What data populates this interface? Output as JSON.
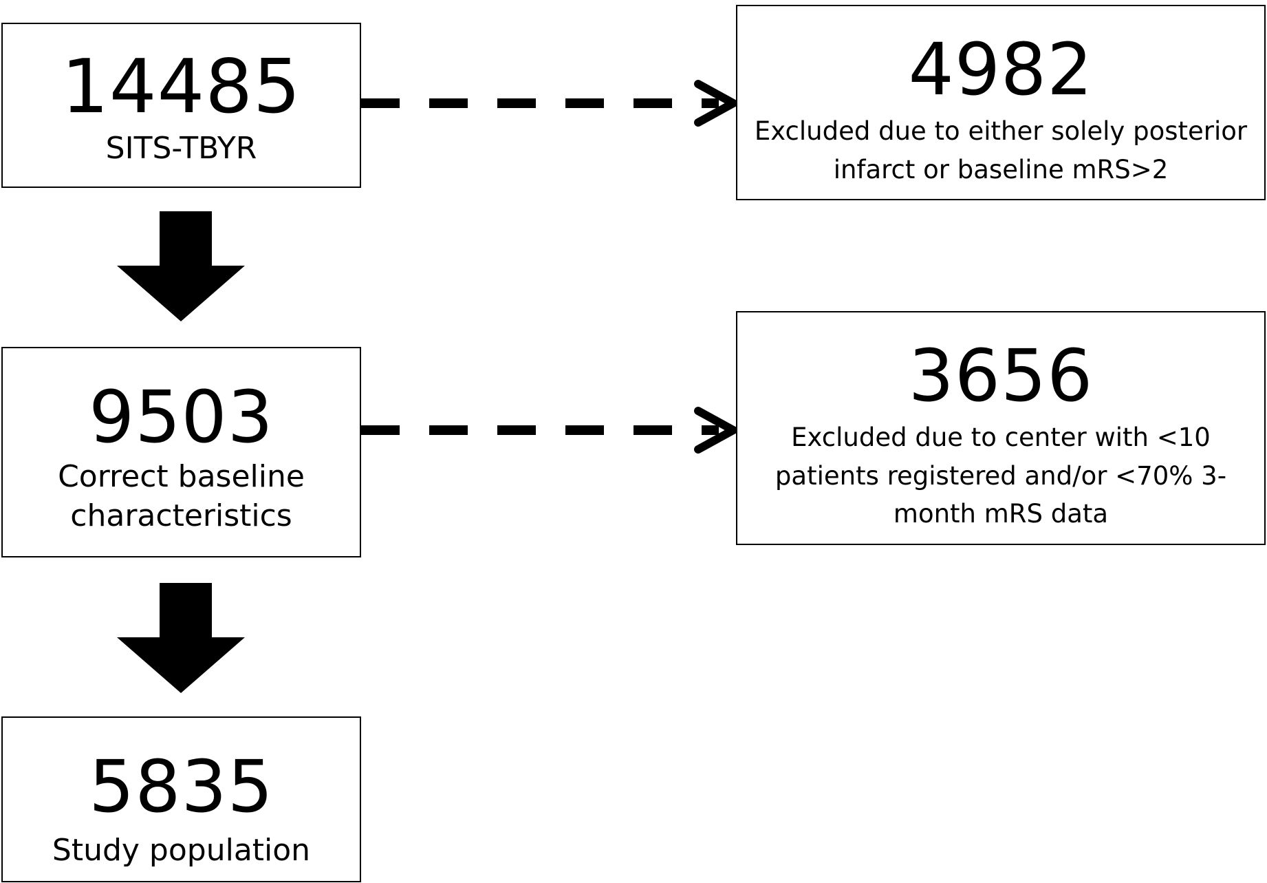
{
  "flow": {
    "main": [
      {
        "count": "14485",
        "label": "SITS-TBYR"
      },
      {
        "count": "9503",
        "label": "Correct baseline characteristics"
      },
      {
        "count": "5835",
        "label": "Study population"
      }
    ],
    "exclusions": [
      {
        "count": "4982",
        "label": "Excluded due to either solely posterior infarct or baseline mRS>2"
      },
      {
        "count": "3656",
        "label": "Excluded due to center with <10 patients registered and/or <70% 3-month mRS data"
      }
    ]
  },
  "colors": {
    "stroke": "#000000",
    "background": "#ffffff"
  }
}
